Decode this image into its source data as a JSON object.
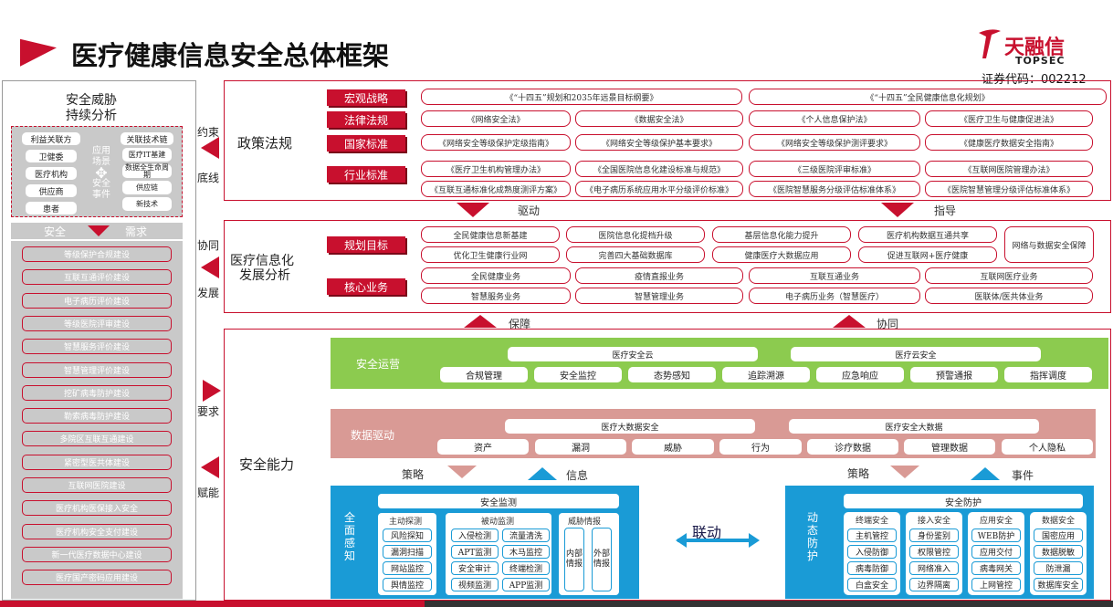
{
  "title": "医疗健康信息安全总体框架",
  "logo": {
    "cn": "天融信",
    "en": "TOPSEC",
    "code": "证券代码：002212"
  },
  "left": {
    "title1": "安全威胁",
    "title2": "持续分析",
    "stakeholders_label": "利益关联方",
    "stakeholders": [
      "卫健委",
      "医疗机构",
      "供应商",
      "患者"
    ],
    "center": {
      "a": "应用",
      "b": "场景",
      "c": "安全",
      "d": "事件"
    },
    "tech_label": "关联技术链",
    "tech": [
      "医疗IT基建",
      "数据全生命周期",
      "供应链",
      "新技术"
    ],
    "security": "安全",
    "demand": "需求",
    "items": [
      "等级保护合规建设",
      "互联互通评价建设",
      "电子病历评价建设",
      "等级医院评审建设",
      "智慧服务评价建设",
      "智慧管理评价建设",
      "挖矿病毒防护建设",
      "勒索病毒防护建设",
      "多院区互联互通建设",
      "紧密型医共体建设",
      "互联网医院建设",
      "医疗机构医保接入安全",
      "医疗机构安全支付建设",
      "新一代医疗数据中心建设",
      "医疗国产密码应用建设"
    ]
  },
  "arrows_side": {
    "a": "约束",
    "b": "底线",
    "c": "协同",
    "d": "发展",
    "e": "要求",
    "f": "赋能"
  },
  "policy": {
    "label": "政策法规",
    "rows": [
      {
        "tag": "宏观战略",
        "items": [
          "《“十四五”规划和2035年远景目标纲要》",
          "《“十四五”全民健康信息化规划》"
        ]
      },
      {
        "tag": "法律法规",
        "items": [
          "《网络安全法》",
          "《数据安全法》",
          "《个人信息保护法》",
          "《医疗卫生与健康促进法》"
        ]
      },
      {
        "tag": "国家标准",
        "items": [
          "《网络安全等级保护定级指南》",
          "《网络安全等级保护基本要求》",
          "《网络安全等级保护测评要求》",
          "《健康医疗数据安全指南》"
        ]
      },
      {
        "tag": "行业标准",
        "items": [
          "《医疗卫生机构管理办法》",
          "《全国医院信息化建设标准与规范》",
          "《三级医院评审标准》",
          "《互联网医院管理办法》",
          "《互联互通标准化成熟度测评方案》",
          "《电子病历系统应用水平分级评价标准》",
          "《医院智慧服务分级评估标准体系》",
          "《医院智慧管理分级评估标准体系》"
        ]
      }
    ],
    "drive": "驱动",
    "guide": "指导"
  },
  "develop": {
    "label1": "医疗信息化",
    "label2": "发展分析",
    "goal_tag": "规划目标",
    "goals": [
      "全民健康信息新基建",
      "医院信息化提档升级",
      "基层信息化能力提升",
      "医疗机构数据互通共享",
      "优化卫生健康行业网",
      "完善四大基础数据库",
      "健康医疗大数据应用",
      "促进互联网+医疗健康"
    ],
    "goal_extra": "网络与数据安全保障",
    "biz_tag": "核心业务",
    "biz": [
      "全民健康业务",
      "疫情直报业务",
      "互联互通业务",
      "互联网医疗业务",
      "智慧服务业务",
      "智慧管理业务",
      "电子病历业务（智慧医疗）",
      "医联体/医共体业务"
    ],
    "guarantee": "保障",
    "coop": "协同"
  },
  "capability": {
    "label": "安全能力",
    "ops": {
      "label": "安全运营",
      "top": [
        "医疗安全云",
        "医疗云安全"
      ],
      "items": [
        "合规管理",
        "安全监控",
        "态势感知",
        "追踪溯源",
        "应急响应",
        "预警通报",
        "指挥调度"
      ]
    },
    "data": {
      "label": "数据驱动",
      "top": [
        "医疗大数据安全",
        "医疗安全大数据"
      ],
      "items": [
        "资产",
        "漏洞",
        "威胁",
        "行为",
        "诊疗数据",
        "管理数据",
        "个人隐私"
      ]
    },
    "strategy1": "策略",
    "info": "信息",
    "strategy2": "策略",
    "event": "事件",
    "link": "联动",
    "perceive": {
      "label": "全面感知",
      "header": "安全监测",
      "active": {
        "title": "主动探测",
        "items": [
          "风险探知",
          "漏洞扫描",
          "网站监控",
          "舆情监控"
        ]
      },
      "passive": {
        "title": "被动监测",
        "items": [
          "入侵检测",
          "流量清洗",
          "APT监测",
          "木马监控",
          "安全审计",
          "终端检测",
          "视频监测",
          "APP监测"
        ]
      },
      "intel": {
        "title": "威胁情报",
        "a": "内部情报",
        "b": "外部情报"
      }
    },
    "defense": {
      "label": "动态防护",
      "header": "安全防护",
      "cols": [
        {
          "title": "终端安全",
          "items": [
            "主机管控",
            "入侵防御",
            "病毒防御",
            "白盒安全"
          ]
        },
        {
          "title": "接入安全",
          "items": [
            "身份鉴别",
            "权限管控",
            "网络准入",
            "边界隔离"
          ]
        },
        {
          "title": "应用安全",
          "items": [
            "WEB防护",
            "应用交付",
            "病毒网关",
            "上网管控"
          ]
        },
        {
          "title": "数据安全",
          "items": [
            "国密应用",
            "数据脱敏",
            "防泄漏",
            "数据库安全"
          ]
        }
      ]
    }
  },
  "colors": {
    "red": "#c8102e",
    "green": "#8ccb4f",
    "pink": "#d99a95",
    "blue": "#1a9bd6",
    "gray": "#c9c9c9"
  }
}
